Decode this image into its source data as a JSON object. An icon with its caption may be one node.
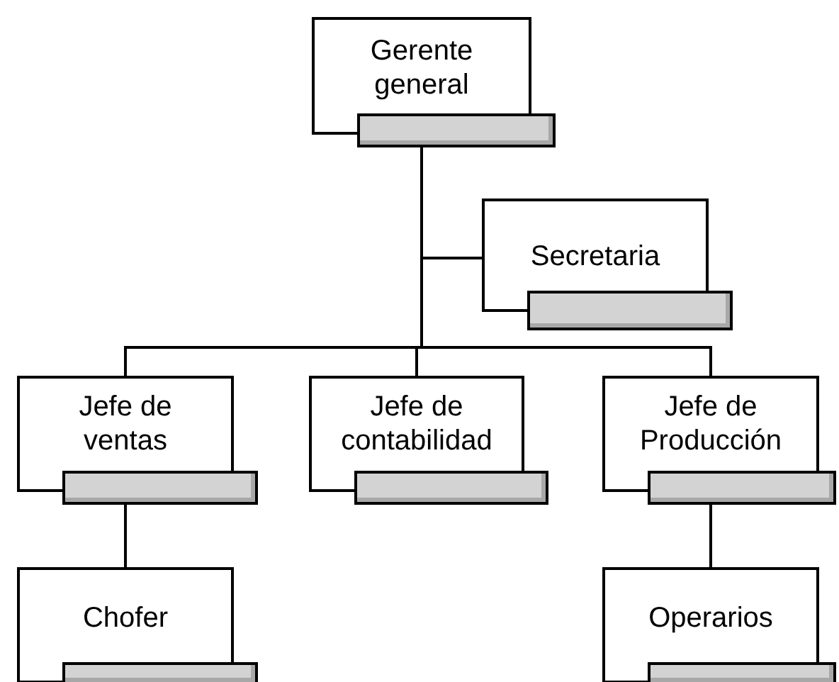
{
  "diagram": {
    "nodes": [
      {
        "text": [
          "Gerente general"
        ]
      },
      {
        "text": [
          "Secretaria"
        ]
      },
      {
        "text": [
          "Jefe de ventas"
        ]
      },
      {
        "text": [
          "Jefe de contabilidad"
        ]
      },
      {
        "text": [
          "Jefe de Producción"
        ]
      },
      {
        "text": [
          "Chofer"
        ]
      },
      {
        "text": [
          "Operarios"
        ]
      },
      {
        "text": [],
        "shape": "bar"
      },
      {
        "text": [],
        "shape": "bar"
      },
      {
        "text": [],
        "shape": "bar"
      },
      {
        "text": [],
        "shape": "bar"
      },
      {
        "text": [],
        "shape": "bar"
      },
      {
        "text": [],
        "shape": "bar"
      },
      {
        "text": [],
        "shape": "bar"
      }
    ],
    "edges": [
      {
        "from": 7,
        "to": 1,
        "arrow": "none"
      },
      {
        "from": 7,
        "to": 2,
        "arrow": "none"
      },
      {
        "from": 7,
        "to": 3,
        "arrow": "none"
      },
      {
        "from": 7,
        "to": 4,
        "arrow": "none"
      },
      {
        "from": 9,
        "to": 5,
        "arrow": "none"
      },
      {
        "from": 11,
        "to": 6,
        "arrow": "none"
      }
    ]
  }
}
